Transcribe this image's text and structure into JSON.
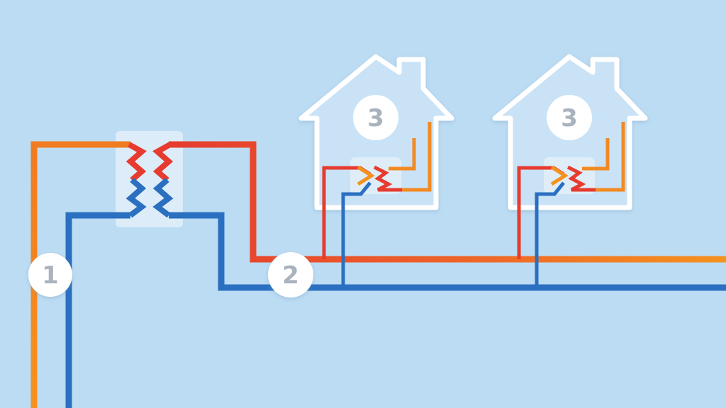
{
  "diagram": {
    "markers": [
      {
        "id": "marker-1",
        "label": "1"
      },
      {
        "id": "marker-2",
        "label": "2"
      },
      {
        "id": "marker-3a",
        "label": "3"
      },
      {
        "id": "marker-3b",
        "label": "3"
      }
    ],
    "colors": {
      "background": "#bcdcf3",
      "supply_warm": "#f08a24",
      "supply_hot": "#e63b2e",
      "return_cold": "#2a6fc0",
      "house_fill": "#c9e2f6",
      "outline": "#ffffff",
      "marker_text": "#a9b3bd"
    },
    "icons": [
      "house-icon",
      "heat-exchanger-icon",
      "heat-interface-unit-icon"
    ]
  }
}
